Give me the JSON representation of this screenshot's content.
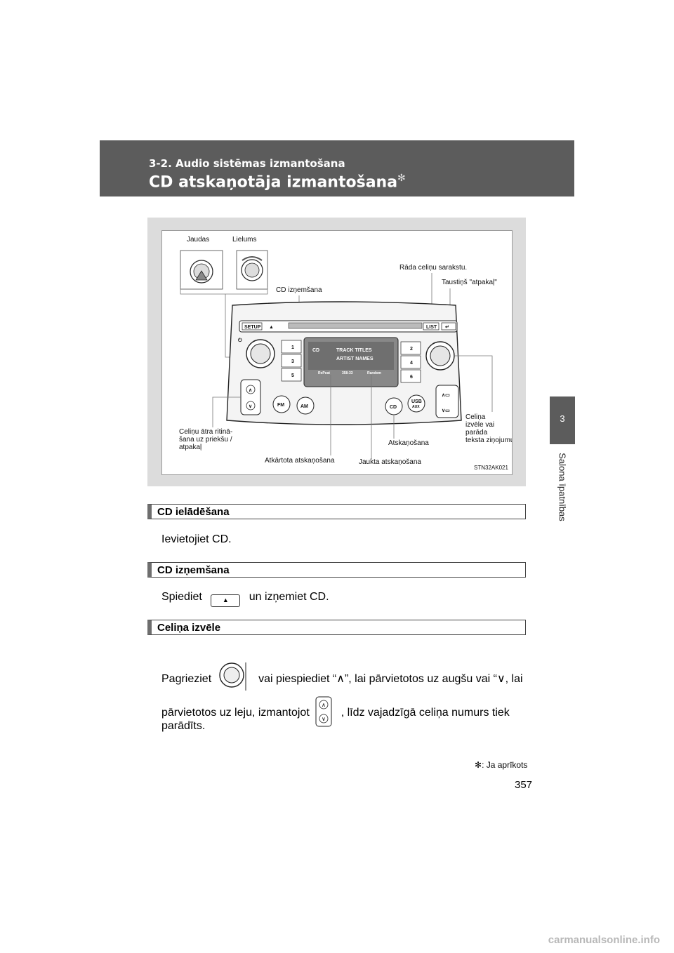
{
  "header": {
    "section": "3-2. Audio sistēmas izmantošana",
    "title": "CD atskaņotāja izmantošana",
    "title_mark": "✻"
  },
  "side": {
    "chapter_number": "3",
    "chapter_label": "Salona īpatnības"
  },
  "figure": {
    "labels": {
      "power": "Jaudas",
      "volume": "Lielums",
      "track_list": "Rāda celiņu sarakstu.",
      "back_button": "Taustiņš \"atpakaļ\"",
      "eject": "CD izņemšana",
      "seek_line1": "Celiņu ātra ritinā-",
      "seek_line2": "šana uz priekšu /",
      "seek_line3": "atpakaļ",
      "play": "Atskaņošana",
      "repeat": "Atkārtota atskaņošana",
      "random": "Jaukta atskaņošana",
      "select_line1": "Celiņa",
      "select_line2": "izvēle vai",
      "select_line3": "parāda",
      "select_line4": "teksta ziņojumu"
    },
    "panel": {
      "setup": "SETUP",
      "list": "LIST",
      "fm": "FM",
      "am": "AM",
      "cd": "CD",
      "usb": "USB",
      "aux": "AUX",
      "presets": [
        "1",
        "2",
        "3",
        "4",
        "5",
        "6"
      ],
      "display_line1": "TRACK TITLES",
      "display_line2": "ARTIST NAMES",
      "display_repeat": "RePeat",
      "display_time": "358-33",
      "display_random": "Random",
      "display_cd": "CD"
    },
    "code": "STN32AK021"
  },
  "sections": [
    {
      "title": "CD ielādēšana",
      "text": "Ievietojiet CD."
    },
    {
      "title": "CD izņemšana",
      "text_before": "Spiediet",
      "text_after": "un izņemiet CD."
    },
    {
      "title": "Celiņa izvēle",
      "line1_before": "Pagrieziet",
      "line1_after": "vai piespiediet “∧”, lai pārvietotos uz augšu vai “∨, lai",
      "line2_before": "pārvietotos uz leju, izmantojot",
      "line2_after": ", līdz vajadzīgā celiņa numurs tiek",
      "line3": "parādīts."
    }
  ],
  "footnote": {
    "mark": "✻",
    "text": ": Ja aprīkots"
  },
  "page_number": "357",
  "watermark": "carmanualsonline.info"
}
